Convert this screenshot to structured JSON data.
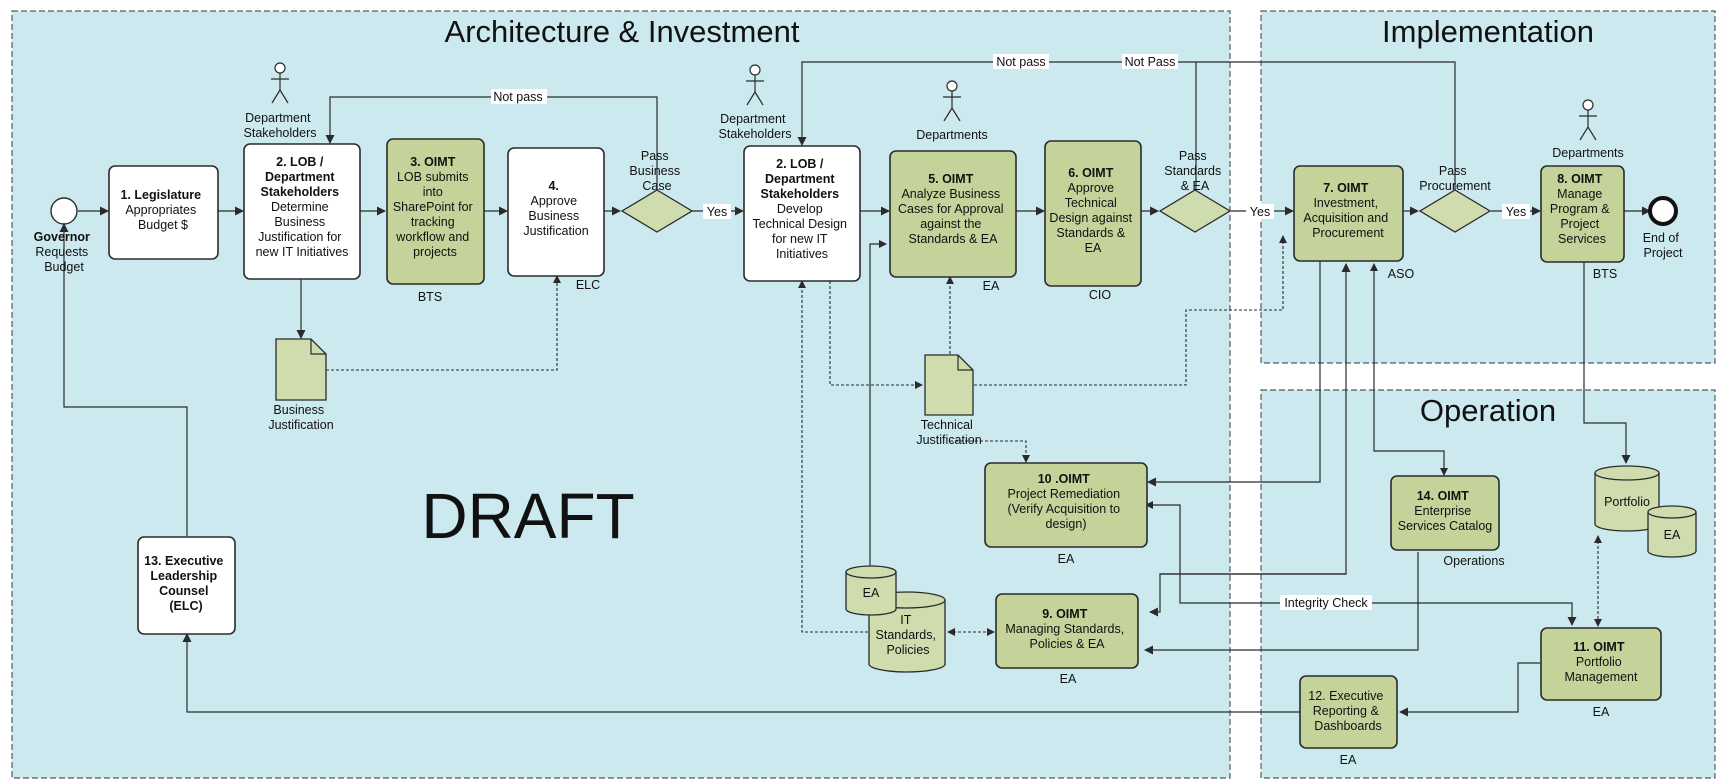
{
  "lanes": {
    "architecture": "Architecture & Investment",
    "implementation": "Implementation",
    "operation": "Operation"
  },
  "watermark": "DRAFT",
  "start": [
    "Governor",
    "Requests",
    "Budget"
  ],
  "end": [
    "End of",
    "Project"
  ],
  "actors": {
    "a1": [
      "Department",
      "Stakeholders"
    ],
    "a2": [
      "Department",
      "Stakeholders"
    ],
    "a3": [
      "Departments"
    ],
    "a4": [
      "Departments"
    ]
  },
  "tasks": {
    "t1": {
      "bold": [
        "1. Legislature"
      ],
      "text": [
        "Appropriates",
        "Budget $"
      ]
    },
    "t2a": {
      "bold": [
        "2. LOB /",
        "Department",
        "Stakeholders"
      ],
      "text": [
        "Determine",
        "Business",
        "Justification for",
        "new IT Initiatives"
      ]
    },
    "t3": {
      "bold": [
        "3. OIMT"
      ],
      "text": [
        "LOB submits",
        "into",
        "SharePoint for",
        "tracking",
        "workflow and",
        "projects"
      ]
    },
    "t4": {
      "bold": [
        "4."
      ],
      "text": [
        "Approve",
        "Business",
        "Justification"
      ]
    },
    "t2b": {
      "bold": [
        "2. LOB /",
        "Department",
        "Stakeholders"
      ],
      "text": [
        "Develop",
        "Technical Design",
        "for new IT",
        "Initiatives"
      ]
    },
    "t5": {
      "bold": [
        "5. OIMT"
      ],
      "text": [
        "Analyze Business",
        "Cases for Approval",
        "against the",
        "Standards & EA"
      ]
    },
    "t6": {
      "bold": [
        "6. OIMT"
      ],
      "text": [
        "Approve",
        "Technical",
        "Design against",
        "Standards &",
        "EA"
      ]
    },
    "t7": {
      "bold": [
        "7. OIMT"
      ],
      "text": [
        "Investment,",
        "Acquisition and",
        "Procurement"
      ]
    },
    "t8": {
      "bold": [
        "8. OIMT"
      ],
      "text": [
        "Manage",
        "Program &",
        "Project",
        "Services"
      ]
    },
    "t10": {
      "bold": [
        "10 .OIMT"
      ],
      "text": [
        "Project Remediation",
        "(Verify Acquisition to",
        "design)"
      ]
    },
    "t14": {
      "bold": [
        "14. OIMT"
      ],
      "text": [
        "Enterprise",
        "Services Catalog"
      ]
    },
    "t9": {
      "bold": [
        "9. OIMT"
      ],
      "text": [
        "Managing Standards,",
        "Policies & EA"
      ]
    },
    "t11": {
      "bold": [
        "11. OIMT"
      ],
      "text": [
        "Portfolio",
        "Management"
      ]
    },
    "t12": {
      "bold": [],
      "text": [
        "12. Executive",
        "Reporting &",
        "Dashboards"
      ]
    },
    "t13": {
      "bold": [
        "13. Executive",
        "Leadership",
        "Counsel",
        "(ELC)"
      ],
      "text": []
    }
  },
  "owners": {
    "bts1": "BTS",
    "elc": "ELC",
    "ea5": "EA",
    "cio": "CIO",
    "aso": "ASO",
    "bts2": "BTS",
    "ea10": "EA",
    "ops": "Operations",
    "ea9": "EA",
    "ea11": "EA",
    "ea12": "EA"
  },
  "gateways": {
    "g1": [
      "Pass",
      "Business",
      "Case"
    ],
    "g2": [
      "Pass",
      "Standards",
      "& EA"
    ],
    "g3": [
      "Pass",
      "Procurement"
    ]
  },
  "flow_labels": {
    "yes1": "Yes",
    "yes2": "Yes",
    "yes3": "Yes",
    "notpass1": "Not pass",
    "notpass2": "Not pass",
    "notpass3": "Not Pass",
    "integrity": "Integrity Check"
  },
  "documents": {
    "bj": [
      "Business",
      "Justification"
    ],
    "tj": [
      "Technical",
      "Justification"
    ]
  },
  "stores": {
    "ea_small": "EA",
    "it": [
      "IT",
      "Standards,",
      "Policies"
    ],
    "portfolio": "Portfolio",
    "ea_port": "EA"
  }
}
